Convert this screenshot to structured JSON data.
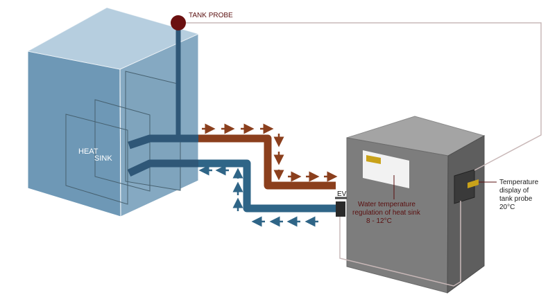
{
  "labels": {
    "tank_probe": "TANK PROBE",
    "heat": "HEAT",
    "sink": "SINK",
    "ev": "EV",
    "water_reg_line1": "Water temperature",
    "water_reg_line2": "regulation of heat sink",
    "water_reg_line3": "8 - 12°C",
    "temp_disp_line1": "Temperature",
    "temp_disp_line2": "display of",
    "temp_disp_line3": "tank probe",
    "temp_disp_line4": "20°C"
  },
  "colors": {
    "tank_front": "#6e98b6",
    "tank_top": "#a9c6d9",
    "tank_side": "#85a9c2",
    "hot_pipe": "#8b3f1d",
    "cold_pipe": "#2f6587",
    "unit_front": "#7d7d7d",
    "unit_top": "#a4a4a4",
    "unit_side": "#5e5e5e",
    "probe_ball": "#6b1010",
    "wire": "#c9b8b8",
    "text_dark_red": "#5a0f0f",
    "display_yellow": "#c9a21a"
  }
}
